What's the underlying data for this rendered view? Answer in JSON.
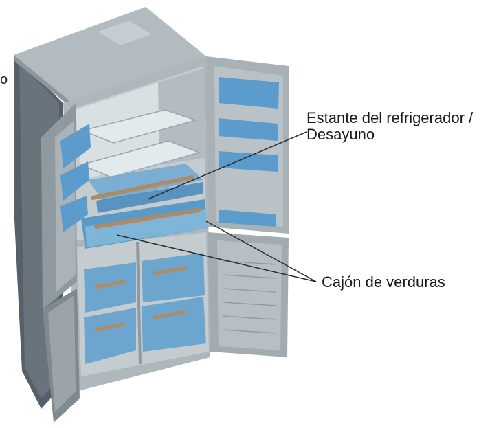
{
  "callouts": {
    "shelf_line1": "Estante del refrigerador /",
    "shelf_line2": "Desayuno",
    "drawer": "Cajón de verduras",
    "left_cut_fragment": "o"
  },
  "colors": {
    "cabinet": "#a4aeb4",
    "cabinet_dark": "#4f5960",
    "interior": "#c9d2d6",
    "accent_blue": "#4f95c6",
    "light_blue": "#9fc8e3",
    "handle_bar": "#b08a62",
    "leader_line": "#2b2b2b"
  }
}
